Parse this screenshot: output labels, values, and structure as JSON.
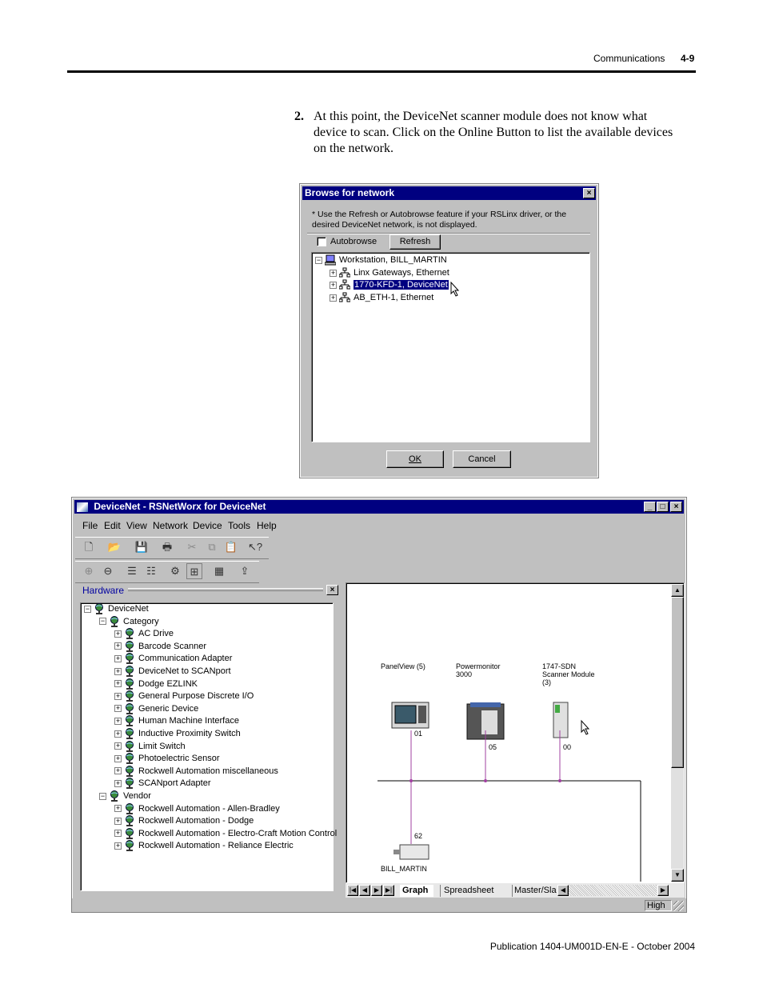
{
  "header": {
    "section": "Communications",
    "page": "4-9"
  },
  "step": {
    "number": "2.",
    "text": "At this point, the DeviceNet scanner module does not know what device to scan. Click on the Online Button to list the available devices on the network."
  },
  "browse_dialog": {
    "title": "Browse for network",
    "close": "×",
    "note": "* Use the Refresh or Autobrowse feature if your RSLinx driver, or the desired DeviceNet network, is not displayed.",
    "autobrowse_label": "Autobrowse",
    "autobrowse_checked": false,
    "refresh": "Refresh",
    "tree": [
      {
        "label": "Workstation, BILL_MARTIN",
        "expander": "−"
      },
      {
        "label": "Linx Gateways, Ethernet",
        "expander": "+"
      },
      {
        "label": "1770-KFD-1, DeviceNet",
        "expander": "+",
        "selected": true
      },
      {
        "label": "AB_ETH-1, Ethernet",
        "expander": "+"
      }
    ],
    "ok": "OK",
    "cancel": "Cancel"
  },
  "app": {
    "title": "DeviceNet - RSNetWorx for DeviceNet",
    "menu": [
      "File",
      "Edit",
      "View",
      "Network",
      "Device",
      "Tools",
      "Help"
    ],
    "hardware_title": "Hardware",
    "hardware_tree": [
      {
        "label": "DeviceNet",
        "level": 0,
        "expander": "−"
      },
      {
        "label": "Category",
        "level": 1,
        "expander": "−"
      },
      {
        "label": "AC Drive",
        "level": 2,
        "expander": "+"
      },
      {
        "label": "Barcode Scanner",
        "level": 2,
        "expander": "+"
      },
      {
        "label": "Communication Adapter",
        "level": 2,
        "expander": "+"
      },
      {
        "label": "DeviceNet to SCANport",
        "level": 2,
        "expander": "+"
      },
      {
        "label": "Dodge EZLINK",
        "level": 2,
        "expander": "+"
      },
      {
        "label": "General Purpose Discrete I/O",
        "level": 2,
        "expander": "+"
      },
      {
        "label": "Generic Device",
        "level": 2,
        "expander": "+"
      },
      {
        "label": "Human Machine Interface",
        "level": 2,
        "expander": "+"
      },
      {
        "label": "Inductive Proximity Switch",
        "level": 2,
        "expander": "+"
      },
      {
        "label": "Limit Switch",
        "level": 2,
        "expander": "+"
      },
      {
        "label": "Photoelectric Sensor",
        "level": 2,
        "expander": "+"
      },
      {
        "label": "Rockwell Automation miscellaneous",
        "level": 2,
        "expander": "+"
      },
      {
        "label": "SCANport Adapter",
        "level": 2,
        "expander": "+"
      },
      {
        "label": "Vendor",
        "level": 1,
        "expander": "−"
      },
      {
        "label": "Rockwell Automation - Allen-Bradley",
        "level": 2,
        "expander": "+"
      },
      {
        "label": "Rockwell Automation - Dodge",
        "level": 2,
        "expander": "+"
      },
      {
        "label": "Rockwell Automation - Electro-Craft Motion Control",
        "level": 2,
        "expander": "+"
      },
      {
        "label": "Rockwell Automation - Reliance Electric",
        "level": 2,
        "expander": "+"
      }
    ],
    "devices": [
      {
        "label1": "PanelView (5)",
        "label2": "",
        "label3": "",
        "node": "01"
      },
      {
        "label1": "Powermonitor",
        "label2": "3000",
        "label3": "",
        "node": "05"
      },
      {
        "label1": "1747-SDN",
        "label2": "Scanner Module",
        "label3": "(3)",
        "node": "00"
      }
    ],
    "workstation": {
      "label": "BILL_MARTIN",
      "node": "62"
    },
    "tabs": [
      "Graph",
      "Spreadsheet",
      "Master/Sla"
    ],
    "status": "High"
  },
  "footer": "Publication 1404-UM001D-EN-E - October 2004"
}
